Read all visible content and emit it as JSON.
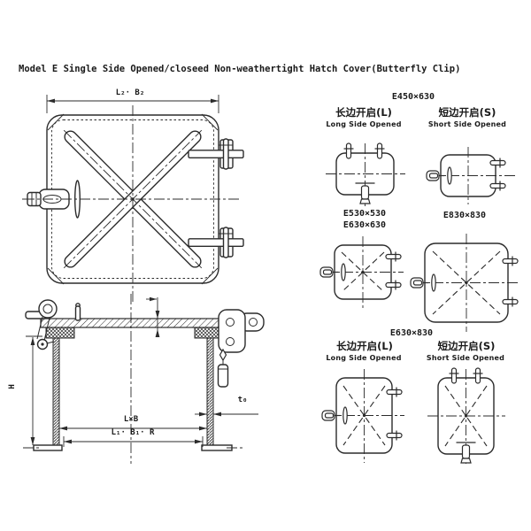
{
  "title": "Model E Single Side Opened/closeed Non-weathertight Hatch Cover(Butterfly Clip)",
  "colors": {
    "line": "#2b2b2b",
    "text": "#1a1a1a",
    "background": "#ffffff"
  },
  "dimension_labels": {
    "top_width": "L₂· B₂",
    "height": "H",
    "clear_opening": "L×B",
    "inner_opening": "L₁· B₁· R",
    "wall_thickness": "t₀"
  },
  "right_panel": {
    "group_450": {
      "size": "E450×630",
      "long_cn": "长边开启(L)",
      "long_en": "Long Side Opened",
      "short_cn": "短边开启(S)",
      "short_en": "Short Side Opened"
    },
    "group_square": {
      "size_530": "E530×530",
      "size_630": "E630×630",
      "size_830": "E830×830"
    },
    "group_630x830": {
      "size": "E630×830",
      "long_cn": "长边开启(L)",
      "long_en": "Long Side Opened",
      "short_cn": "短边开启(S)",
      "short_en": "Short Side Opened"
    }
  }
}
